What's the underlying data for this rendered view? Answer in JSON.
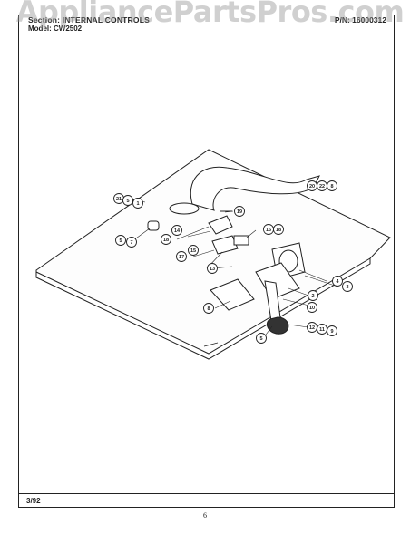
{
  "watermark": "AppliancePartsPros.com",
  "header": {
    "section": "Section: INTERNAL CONTROLS",
    "part_number": "P/N: 16000312",
    "model": "Model: CW2502"
  },
  "footer": {
    "date": "3/92",
    "page": "6"
  },
  "callouts": [
    {
      "label": "20",
      "group": "top-right"
    },
    {
      "label": "22",
      "group": "top-right"
    },
    {
      "label": "8",
      "group": "top-right"
    },
    {
      "label": "21",
      "group": "left"
    },
    {
      "label": "5",
      "group": "left"
    },
    {
      "label": "1",
      "group": "left"
    },
    {
      "label": "19"
    },
    {
      "label": "5",
      "group": "left-mid"
    },
    {
      "label": "7",
      "group": "left-mid"
    },
    {
      "label": "14"
    },
    {
      "label": "18"
    },
    {
      "label": "16",
      "group": "right-mid"
    },
    {
      "label": "18",
      "group": "right-mid"
    },
    {
      "label": "17"
    },
    {
      "label": "15"
    },
    {
      "label": "13"
    },
    {
      "label": "4"
    },
    {
      "label": "3"
    },
    {
      "label": "2"
    },
    {
      "label": "8"
    },
    {
      "label": "10"
    },
    {
      "label": "12",
      "group": "bottom-right"
    },
    {
      "label": "11",
      "group": "bottom-right"
    },
    {
      "label": "9",
      "group": "bottom-right"
    },
    {
      "label": "5"
    }
  ]
}
